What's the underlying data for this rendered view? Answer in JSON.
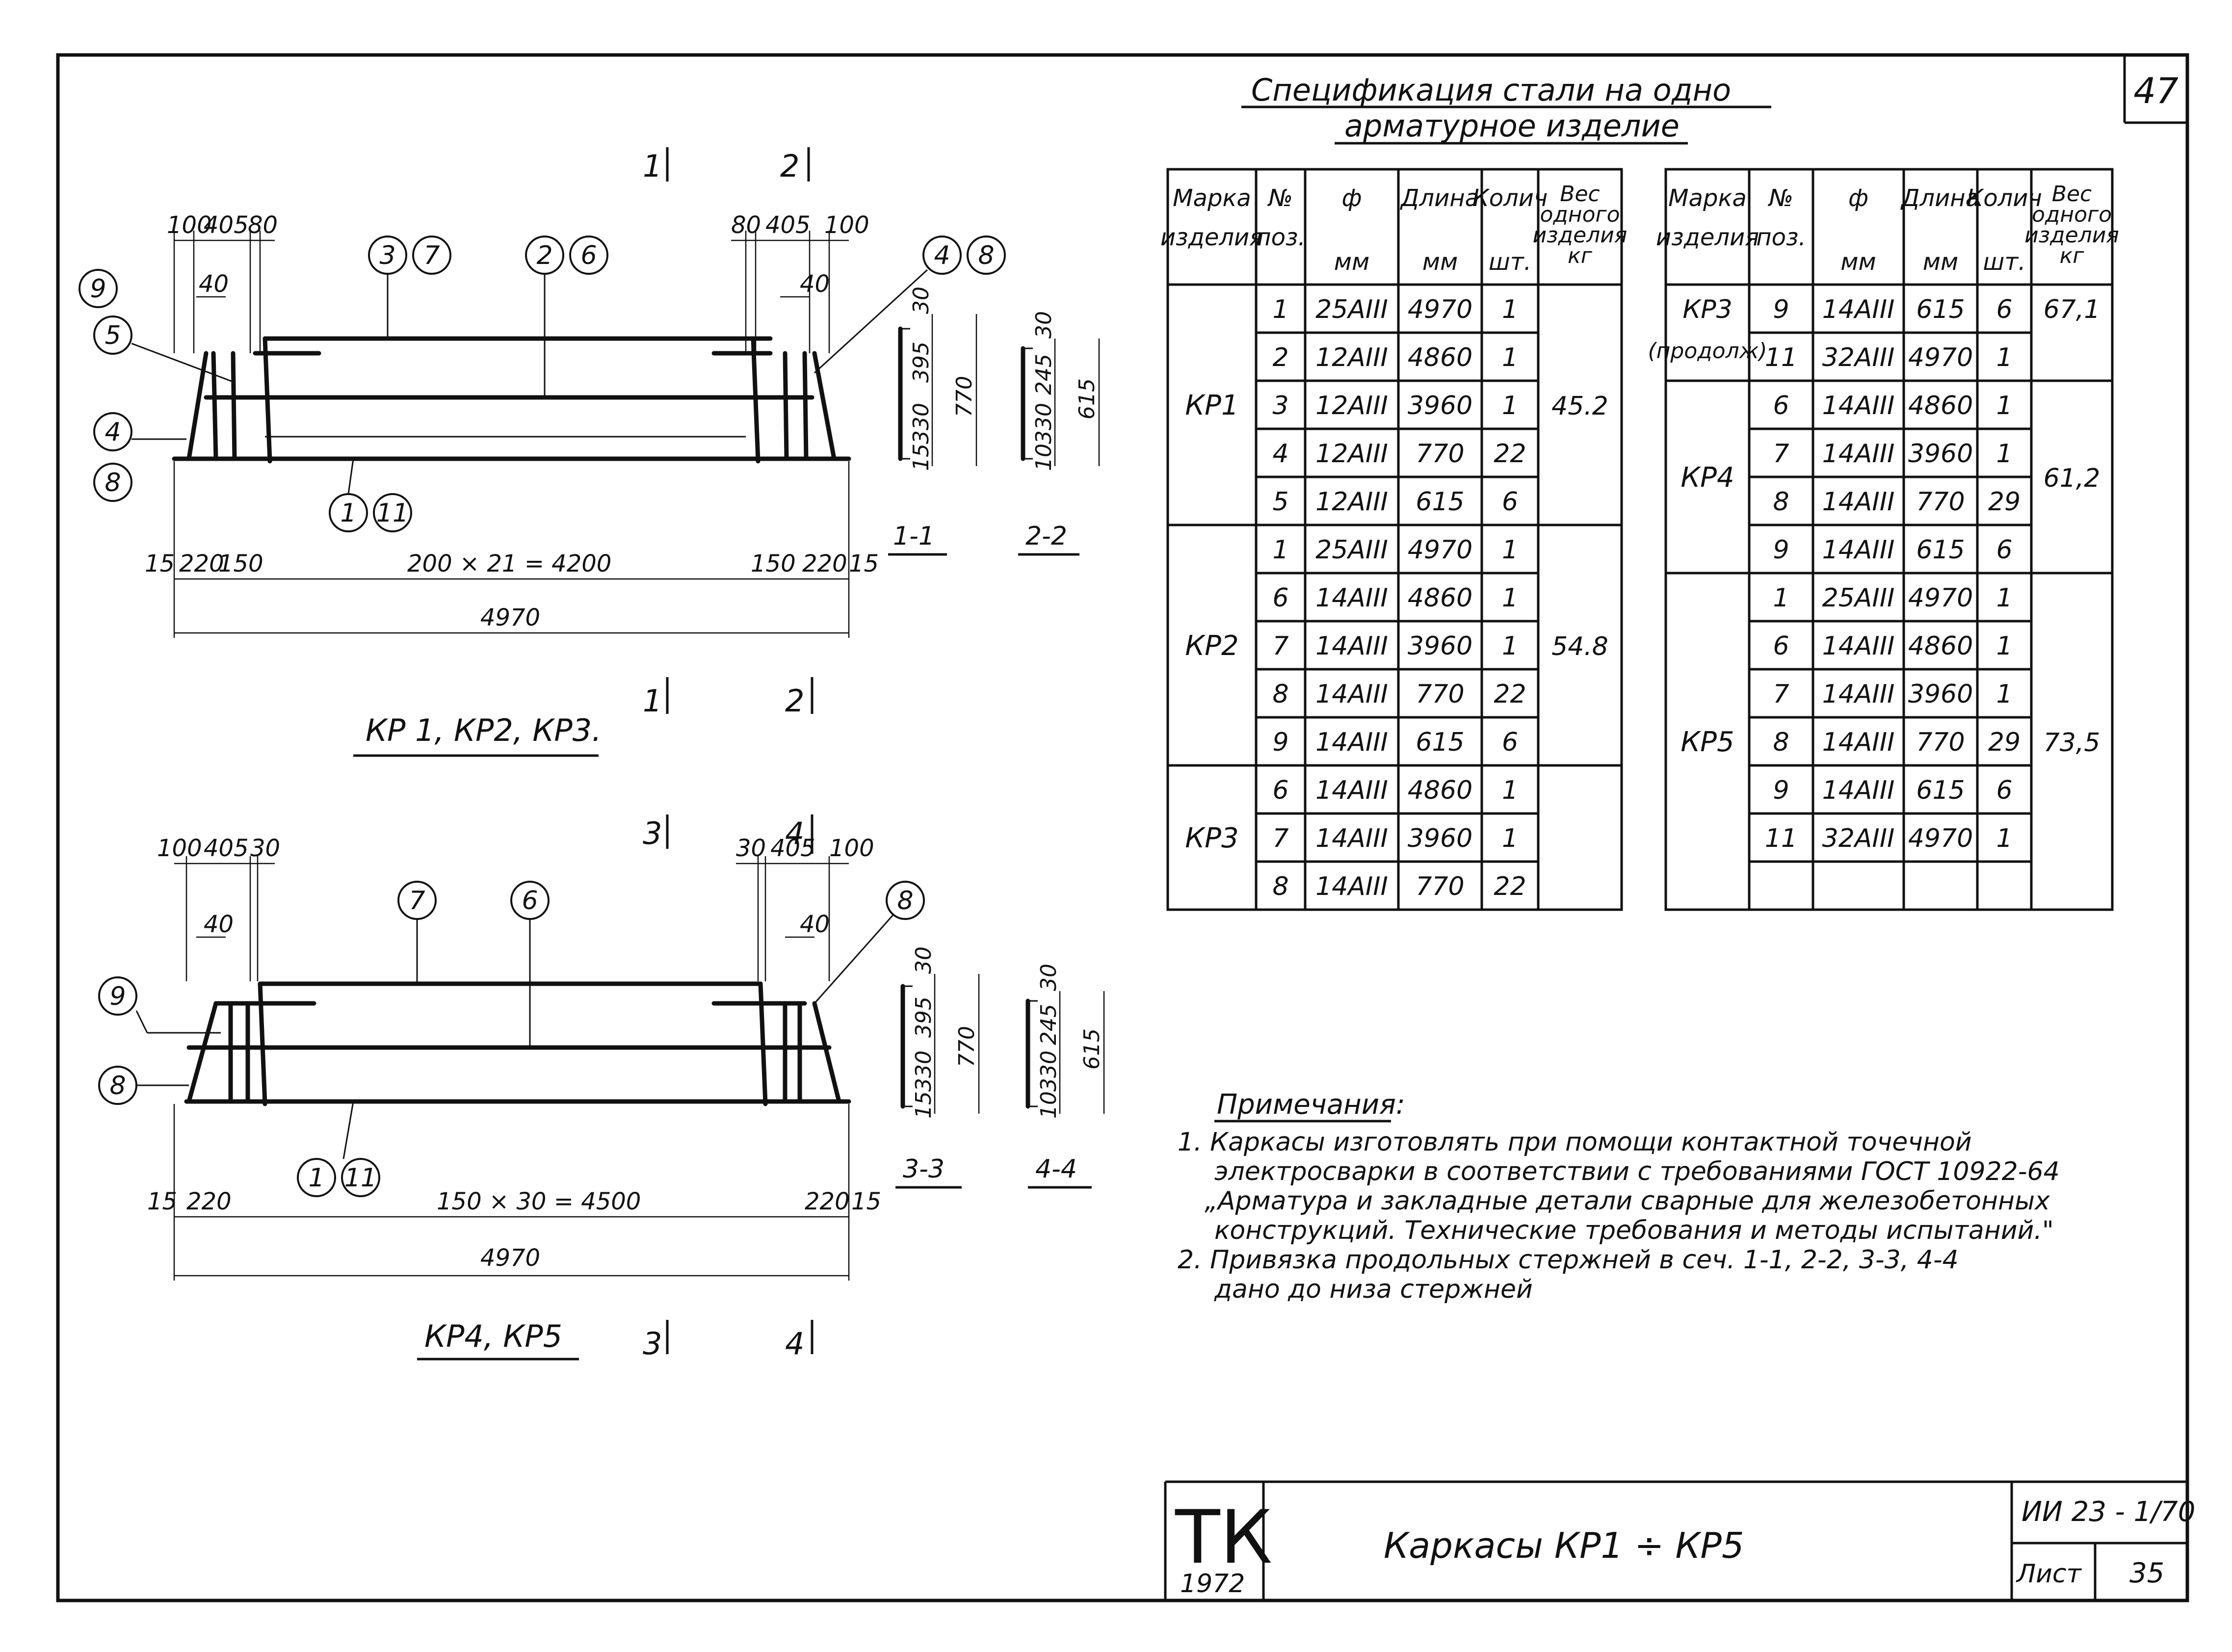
{
  "sheet": {
    "number": "47"
  },
  "spec": {
    "title1": "Спецификация  стали  на  одно",
    "title2": "арматурное  изделие"
  },
  "tables": {
    "headers": [
      [
        "Марка",
        "изделия"
      ],
      [
        "№",
        "поз."
      ],
      [
        "ф",
        "мм"
      ],
      [
        "Длина",
        "мм"
      ],
      [
        "Колич",
        "шт."
      ],
      [
        "Вес",
        "одного",
        "изделия",
        "кг"
      ]
    ],
    "left": [
      {
        "mark": "КР1",
        "weight": "45.2",
        "rows": [
          [
            "1",
            "25АIII",
            "4970",
            "1"
          ],
          [
            "2",
            "12АIII",
            "4860",
            "1"
          ],
          [
            "3",
            "12АIII",
            "3960",
            "1"
          ],
          [
            "4",
            "12АIII",
            "770",
            "22"
          ],
          [
            "5",
            "12АIII",
            "615",
            "6"
          ]
        ]
      },
      {
        "mark": "КР2",
        "weight": "54.8",
        "rows": [
          [
            "1",
            "25АIII",
            "4970",
            "1"
          ],
          [
            "6",
            "14АIII",
            "4860",
            "1"
          ],
          [
            "7",
            "14АIII",
            "3960",
            "1"
          ],
          [
            "8",
            "14АIII",
            "770",
            "22"
          ],
          [
            "9",
            "14АIII",
            "615",
            "6"
          ]
        ]
      },
      {
        "mark": "КР3",
        "weight": "",
        "rows": [
          [
            "6",
            "14АIII",
            "4860",
            "1"
          ],
          [
            "7",
            "14АIII",
            "3960",
            "1"
          ],
          [
            "8",
            "14АIII",
            "770",
            "22"
          ]
        ]
      }
    ],
    "right": [
      {
        "mark": "КР3",
        "mark2": "(продолж)",
        "weight": "67,1",
        "rows": [
          [
            "9",
            "14АIII",
            "615",
            "6"
          ],
          [
            "11",
            "32АIII",
            "4970",
            "1"
          ]
        ]
      },
      {
        "mark": "КР4",
        "weight": "61,2",
        "rows": [
          [
            "6",
            "14АIII",
            "4860",
            "1"
          ],
          [
            "7",
            "14АIII",
            "3960",
            "1"
          ],
          [
            "8",
            "14АIII",
            "770",
            "29"
          ],
          [
            "9",
            "14АIII",
            "615",
            "6"
          ]
        ]
      },
      {
        "mark": "КР5",
        "weight": "73,5",
        "rows": [
          [
            "1",
            "25АIII",
            "4970",
            "1"
          ],
          [
            "6",
            "14АIII",
            "4860",
            "1"
          ],
          [
            "7",
            "14АIII",
            "3960",
            "1"
          ],
          [
            "8",
            "14АIII",
            "770",
            "29"
          ],
          [
            "9",
            "14АIII",
            "615",
            "6"
          ],
          [
            "11",
            "32АIII",
            "4970",
            "1"
          ],
          [
            "",
            "",
            "",
            ""
          ]
        ]
      }
    ]
  },
  "sections": {
    "top1": "1",
    "top2": "2",
    "bot1": "1",
    "bot2": "2",
    "top3": "3",
    "top4": "4",
    "bot3": "3",
    "bot4": "4",
    "s11": {
      "label": "1-1",
      "dims": [
        "30",
        "395",
        "330",
        "15",
        "770"
      ]
    },
    "s22": {
      "label": "2-2",
      "dims": [
        "30",
        "245",
        "330",
        "10",
        "615"
      ]
    },
    "s33": {
      "label": "3-3",
      "dims": [
        "30",
        "395",
        "330",
        "15",
        "770"
      ]
    },
    "s44": {
      "label": "4-4",
      "dims": [
        "30",
        "245",
        "330",
        "10",
        "615"
      ]
    }
  },
  "kp13": {
    "title": "КР 1, КР2, КР3.",
    "dims": {
      "top_left": [
        "100",
        "405",
        "80"
      ],
      "top_right": [
        "80",
        "405",
        "100"
      ],
      "spacing_left": "40",
      "spacing_right": "40",
      "bottom_row": [
        "15",
        "220",
        "150",
        "200 × 21 = 4200",
        "150",
        "220",
        "15"
      ],
      "total": "4970"
    },
    "callouts": {
      "c9": "9",
      "c5": "5",
      "c4": "4",
      "c8": "8",
      "c3": "3",
      "c7": "7",
      "c2": "2",
      "c6": "6",
      "c4b": "4",
      "c8b": "8",
      "c1": "1",
      "c11": "11"
    }
  },
  "kp45": {
    "title": "КР4, КР5",
    "dims": {
      "top_left": [
        "100",
        "405",
        "30"
      ],
      "top_right": [
        "30",
        "405",
        "100"
      ],
      "spacing_left": "40",
      "spacing_right": "40",
      "bottom_row": [
        "15",
        "220",
        "150 × 30 = 4500",
        "220",
        "15"
      ],
      "total": "4970"
    },
    "callouts": {
      "c9": "9",
      "c8": "8",
      "c7": "7",
      "c6": "6",
      "c8b": "8",
      "c1": "1",
      "c11": "11"
    }
  },
  "notes": {
    "title": "Примечания:",
    "lines": [
      "1.  Каркасы изготовлять при помощи контактной точечной",
      "электросварки в соответствии с требованиями ГОСТ 10922-64",
      "„Арматура и закладные детали сварные для железобетонных",
      "конструкций. Технические требования и методы испытаний.\"",
      "2.  Привязка продольных стержней в сеч. 1-1, 2-2, 3-3, 4-4",
      "дано до низа стержней"
    ]
  },
  "title_block": {
    "org": "ТК",
    "year": "1972",
    "title": "Каркасы  КР1 ÷ КР5",
    "code": "ИИ 23 - 1/70",
    "sheet_label": "Лист",
    "sheet_no": "35"
  }
}
